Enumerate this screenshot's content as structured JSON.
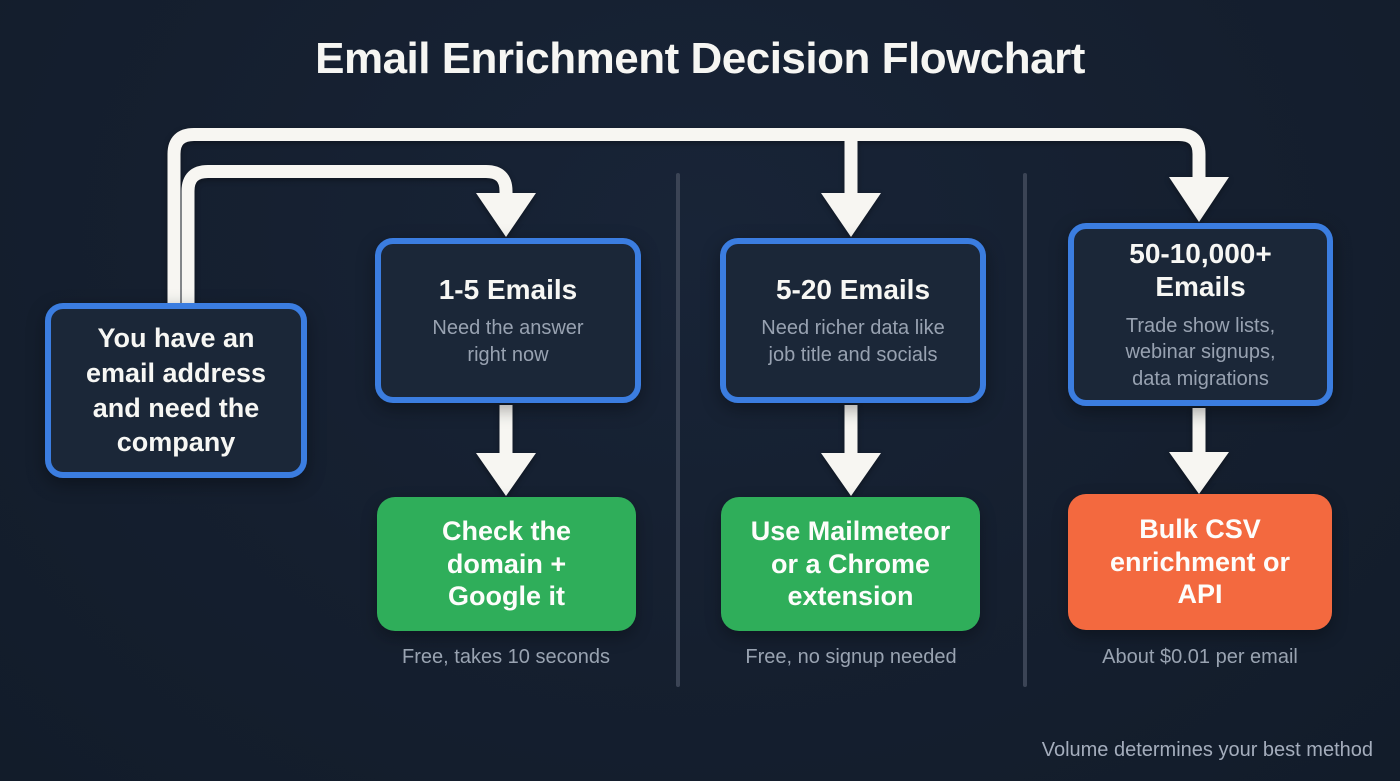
{
  "title": "Email Enrichment Decision Flowchart",
  "start_node": {
    "text": "You have an\nemail address\nand need the\ncompany"
  },
  "branches": [
    {
      "heading": "1-5 Emails",
      "subtitle": "Need the answer\nright now",
      "action": "Check the\ndomain +\nGoogle it",
      "action_color": "#2fae5a",
      "caption": "Free, takes 10 seconds"
    },
    {
      "heading": "5-20 Emails",
      "subtitle": "Need richer data like\njob title and socials",
      "action": "Use Mailmeteor\nor a Chrome\nextension",
      "action_color": "#2fae5a",
      "caption": "Free, no signup needed"
    },
    {
      "heading": "50-10,000+\nEmails",
      "subtitle": "Trade show lists,\nwebinar signups,\ndata migrations",
      "action": "Bulk CSV\nenrichment or\nAPI",
      "action_color": "#f3693f",
      "caption": "About $0.01 per email"
    }
  ],
  "footer": "Volume determines your best method",
  "colors": {
    "background": "#151f2f",
    "node_fill": "#1b2738",
    "node_border_blue": "#3b7de0",
    "action_green": "#2fae5a",
    "action_orange": "#f3693f",
    "connector_white": "#f7f6f2",
    "divider_gray": "#3b4455",
    "subtitle_gray": "#98a2b1",
    "title_white": "#f6f6f3"
  }
}
